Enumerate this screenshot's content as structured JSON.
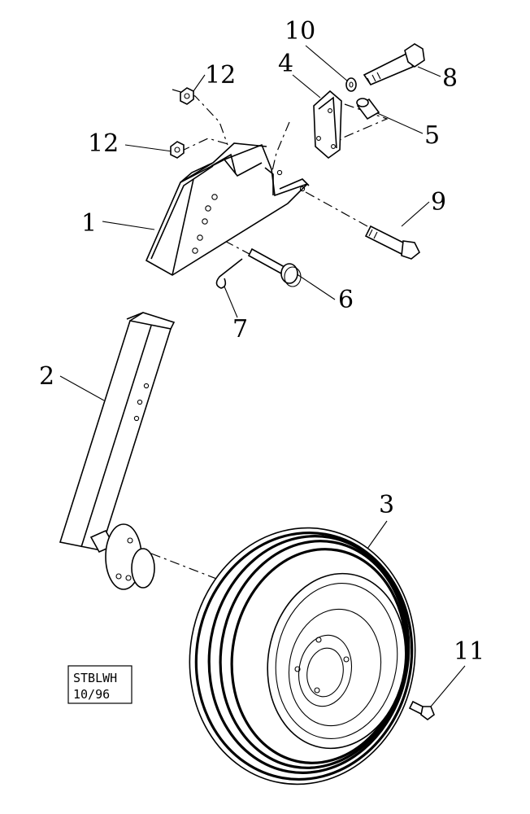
{
  "stamp": {
    "line1": "STBLWH",
    "line2": "10/96"
  },
  "callouts": [
    {
      "id": "c1",
      "text": "1"
    },
    {
      "id": "c2",
      "text": "2"
    },
    {
      "id": "c3",
      "text": "3"
    },
    {
      "id": "c4",
      "text": "4"
    },
    {
      "id": "c5",
      "text": "5"
    },
    {
      "id": "c6",
      "text": "6"
    },
    {
      "id": "c7",
      "text": "7"
    },
    {
      "id": "c8",
      "text": "8"
    },
    {
      "id": "c9",
      "text": "9"
    },
    {
      "id": "c10",
      "text": "10"
    },
    {
      "id": "c11",
      "text": "11"
    },
    {
      "id": "c12a",
      "text": "12"
    },
    {
      "id": "c12b",
      "text": "12"
    }
  ]
}
